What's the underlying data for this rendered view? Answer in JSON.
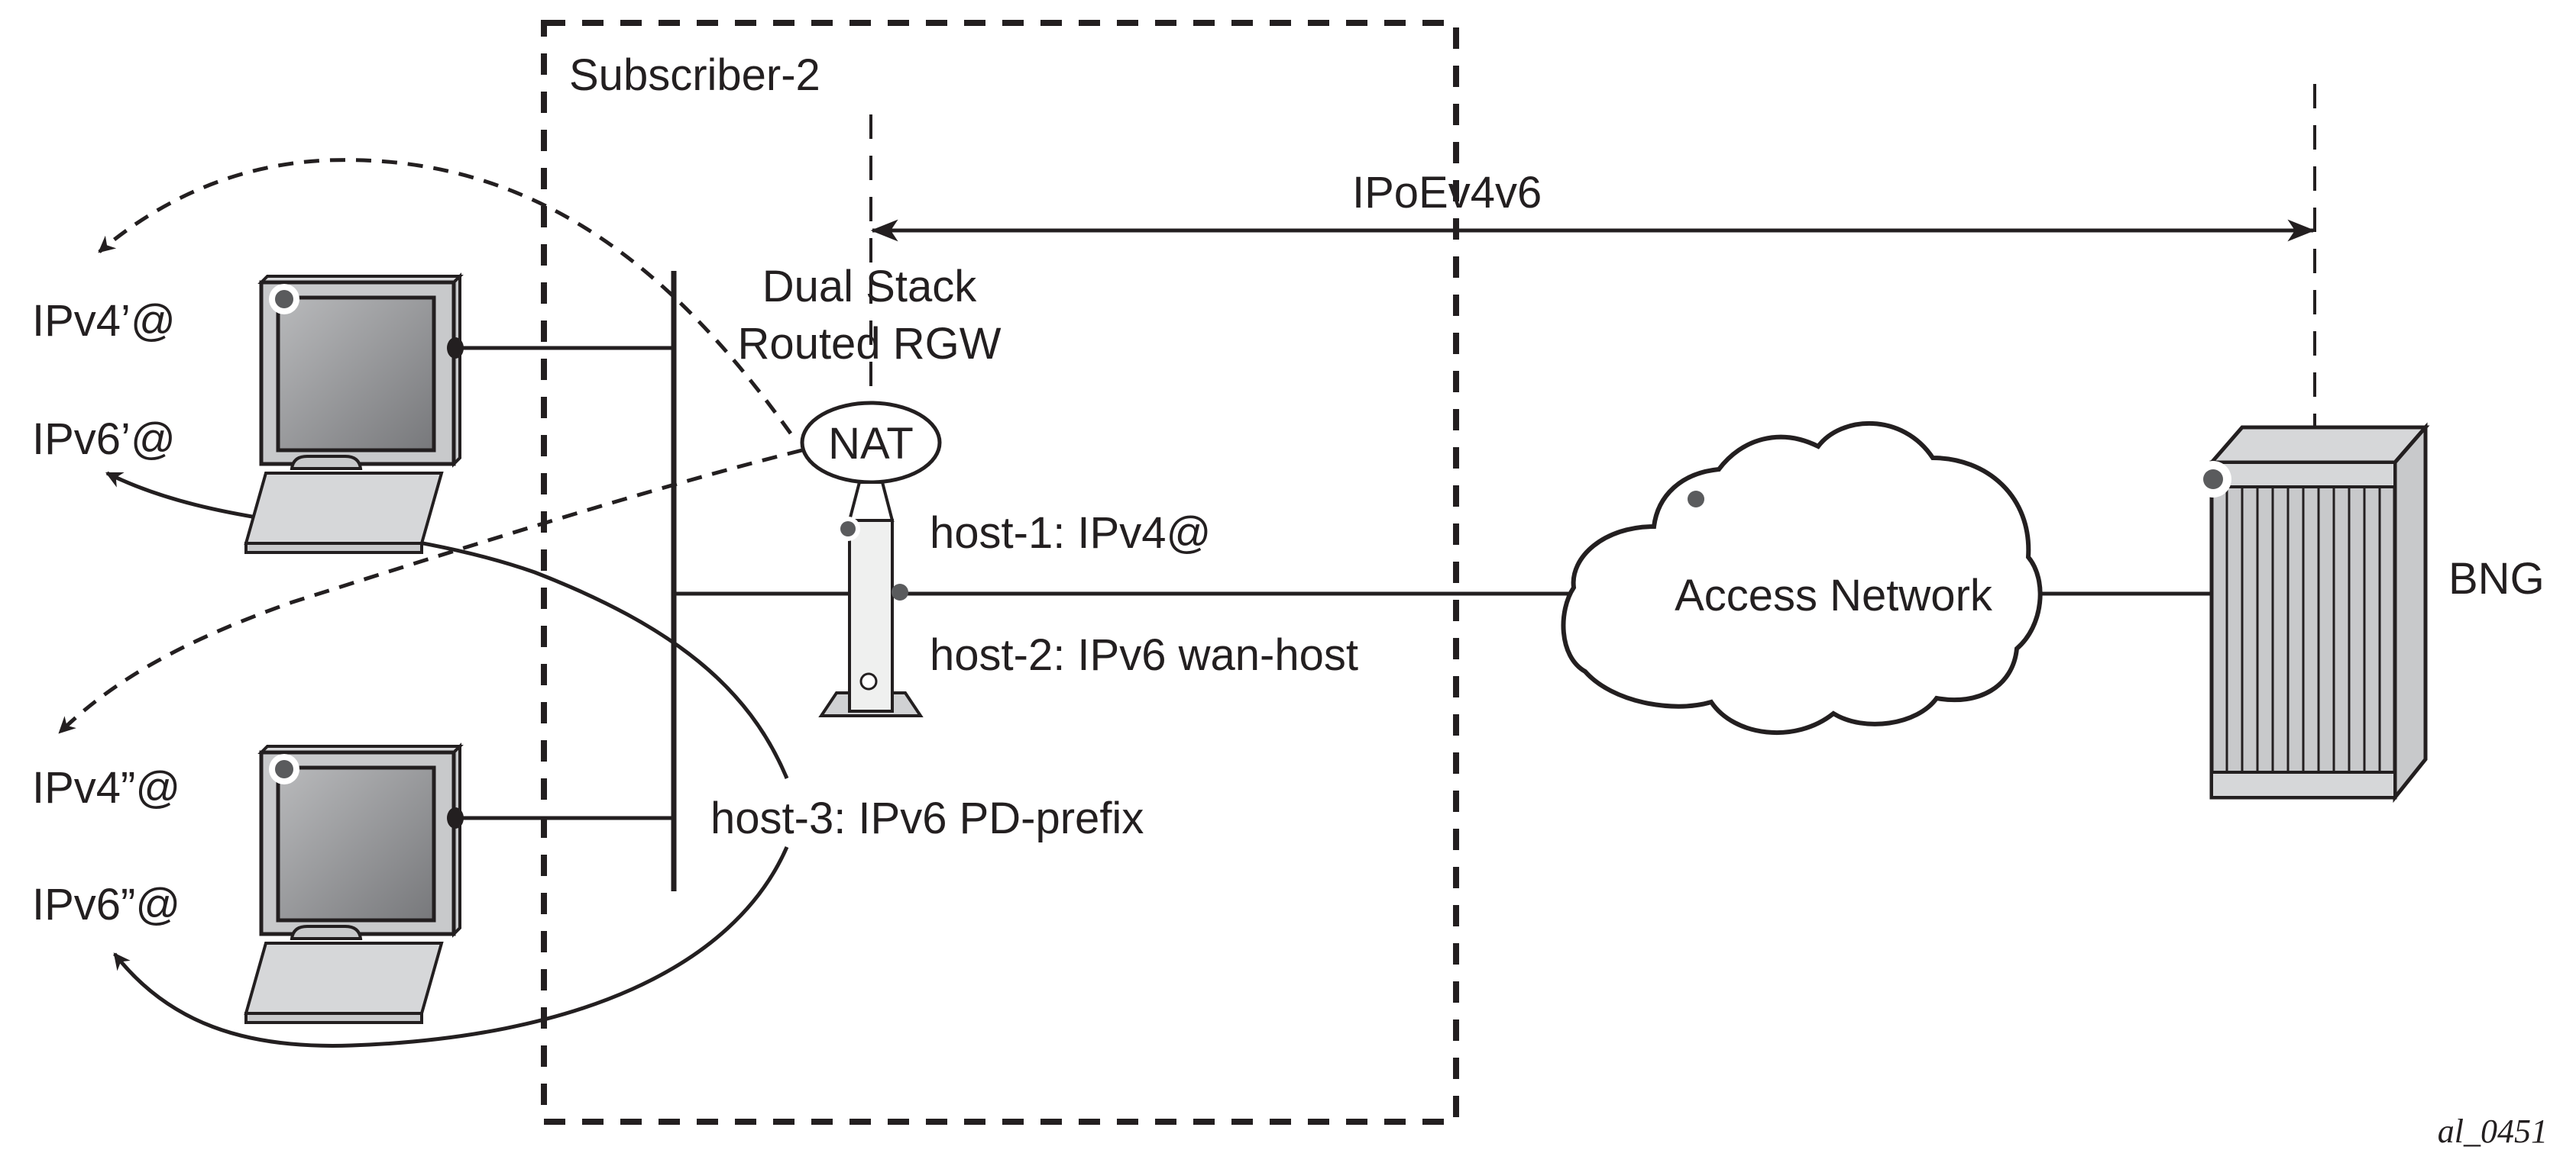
{
  "diagram": {
    "subscriber_label": "Subscriber-2",
    "tunnel_label": "IPoEv4v6",
    "rgw_label_line1": "Dual Stack",
    "rgw_label_line2": "Routed RGW",
    "nat_label": "NAT",
    "host1_label": "host-1: IPv4@",
    "host2_label": "host-2: IPv6 wan-host",
    "host3_label": "host-3: IPv6 PD-prefix",
    "cloud_label": "Access Network",
    "bng_label": "BNG",
    "pc1_ipv4": "IPv4’@",
    "pc1_ipv6": "IPv6’@",
    "pc2_ipv4": "IPv4”@",
    "pc2_ipv6": "IPv6”@",
    "figure_id": "al_0451"
  },
  "colors": {
    "ink": "#231f20",
    "device_fill": "#c8c9cb",
    "device_light": "#d6d7d9",
    "tower_fill": "#eff0ef",
    "status_dot": "#5a5b5d"
  }
}
